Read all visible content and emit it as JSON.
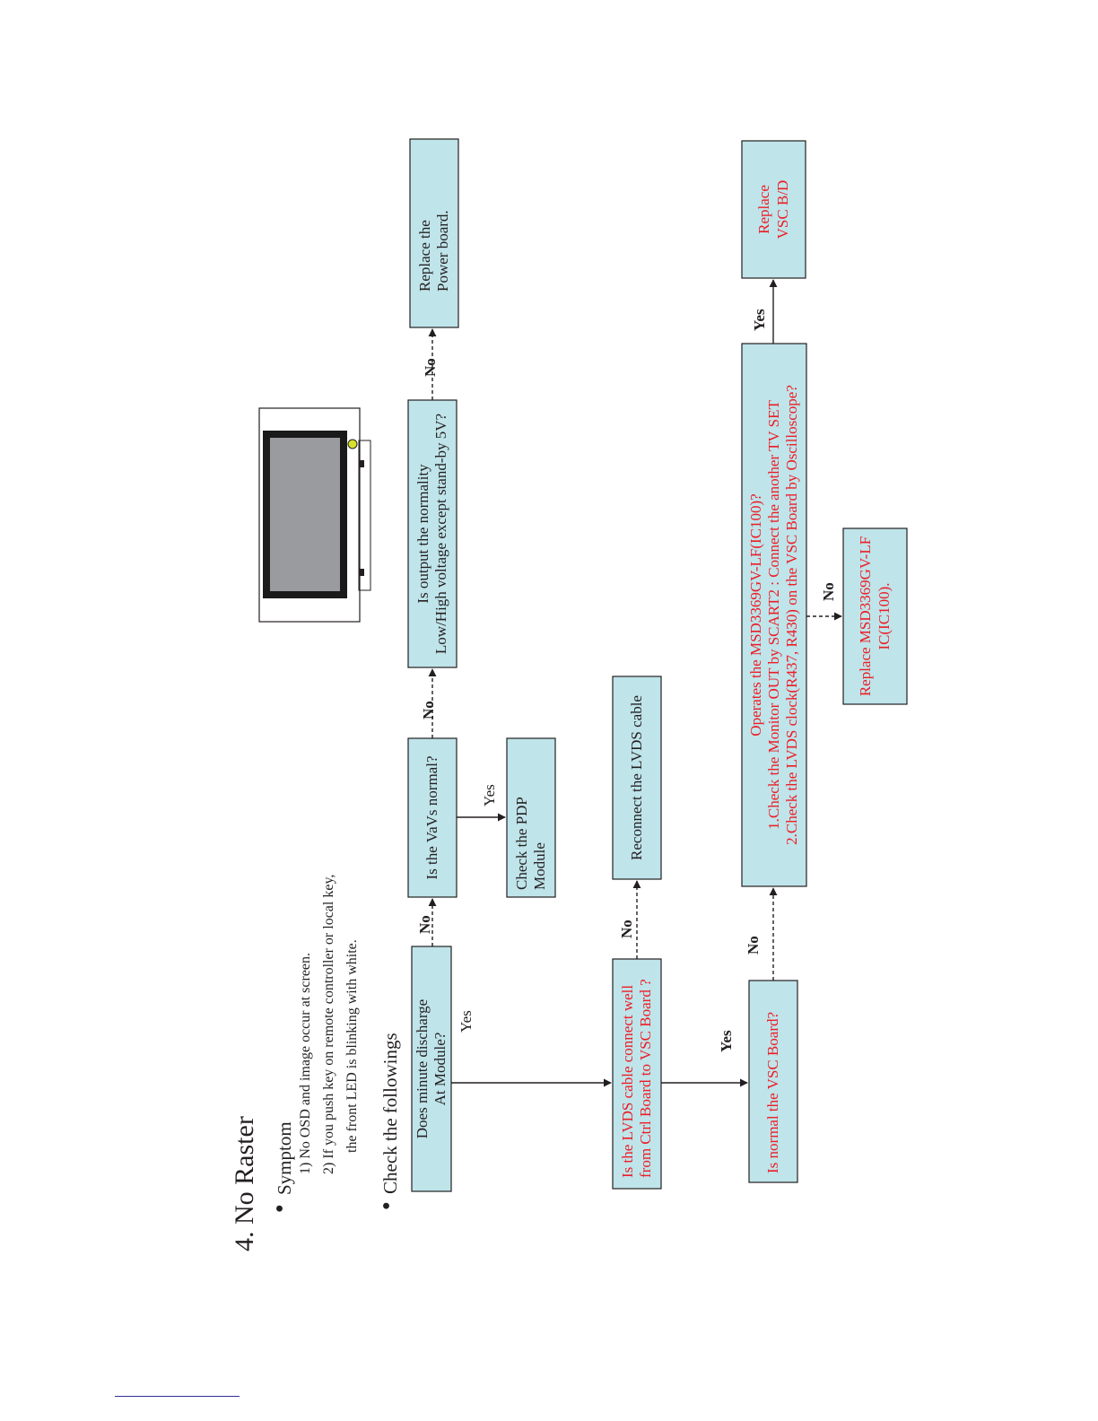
{
  "page": {
    "title": "4. No Raster",
    "symptom_heading": "Symptom",
    "symptoms": [
      "1) No OSD and image occur at screen.",
      "2) If you push key on remote controller or local key,",
      "the front LED is blinking with white."
    ],
    "check_heading": "Check the followings",
    "bullet": "●"
  },
  "colors": {
    "box_fill": "#bfe4ea",
    "box_border": "#231f20",
    "text": "#231f20",
    "red_text": "#ed1c24",
    "tv_frame": "#1a1a1a",
    "tv_screen": "#9a9b9e",
    "tv_led": "#d7e02a"
  },
  "icons": {
    "tv": "plasma-tv-icon"
  },
  "diagram": {
    "nodes": [
      {
        "id": "discharge",
        "lines": [
          "Does minute discharge",
          "At Module?"
        ],
        "color": "black"
      },
      {
        "id": "vavs",
        "lines": [
          "Is the VaVs normal?"
        ],
        "color": "black"
      },
      {
        "id": "pdp",
        "lines": [
          "Check the PDP",
          "Module"
        ],
        "color": "black"
      },
      {
        "id": "output",
        "lines": [
          "Is output the normality",
          "Low/High voltage except stand-by 5V?"
        ],
        "color": "black"
      },
      {
        "id": "power",
        "lines": [
          "Replace the",
          "Power board."
        ],
        "color": "black"
      },
      {
        "id": "lvds_q",
        "lines": [
          "Is the LVDS cable connect well",
          "from Ctrl Board to VSC Board ?"
        ],
        "color": "red"
      },
      {
        "id": "reconnect",
        "lines": [
          "Reconnect the LVDS cable"
        ],
        "color": "black"
      },
      {
        "id": "vsc_q",
        "lines": [
          "Is normal the VSC Board?"
        ],
        "color": "red"
      },
      {
        "id": "msd",
        "lines": [
          "Operates the MSD3369GV-LF(IC100)?",
          "1.Check the Monitor OUT by SCART2 : Connect the another TV SET",
          "2.Check the LVDS clock(R437, R430) on the VSC Board by Oscilloscope?"
        ],
        "color": "red"
      },
      {
        "id": "replace_msd",
        "lines": [
          "Replace MSD3369GV-LF",
          "IC(IC100)."
        ],
        "color": "red"
      },
      {
        "id": "replace_vsc",
        "lines": [
          "Replace",
          "VSC B/D"
        ],
        "color": "red"
      }
    ],
    "edges": [
      {
        "id": "discharge_vavs",
        "label": "No"
      },
      {
        "id": "vavs_output",
        "label": "No"
      },
      {
        "id": "output_power",
        "label": "No"
      },
      {
        "id": "vavs_pdp",
        "label": "Yes"
      },
      {
        "id": "discharge_lvds",
        "label": "Yes"
      },
      {
        "id": "lvds_reconnect",
        "label": "No"
      },
      {
        "id": "lvds_vsc",
        "label": "Yes"
      },
      {
        "id": "vsc_msd",
        "label": "No"
      },
      {
        "id": "msd_replace_msd",
        "label": "No"
      },
      {
        "id": "msd_replace_vsc",
        "label": "Yes"
      }
    ]
  }
}
